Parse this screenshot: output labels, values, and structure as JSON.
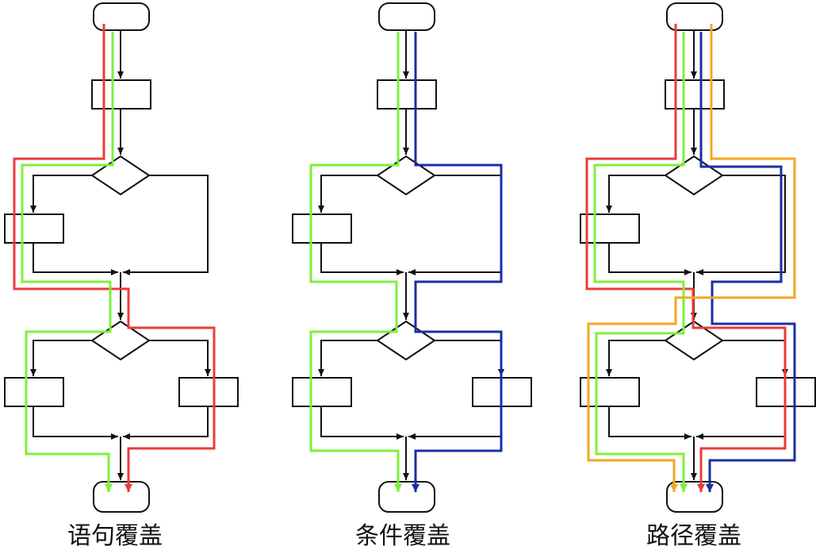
{
  "panels": [
    {
      "key": "statement",
      "caption": "语句覆盖"
    },
    {
      "key": "condition",
      "caption": "条件覆盖"
    },
    {
      "key": "path",
      "caption": "路径覆盖"
    }
  ],
  "colors": {
    "flow": "#111111",
    "red": "#ea3b3b",
    "green": "#7cf03a",
    "blue": "#1a2ea8",
    "orange": "#f5a623"
  },
  "icons": [
    "start-terminal",
    "process-box",
    "decision-diamond",
    "end-terminal",
    "arrow-head"
  ]
}
